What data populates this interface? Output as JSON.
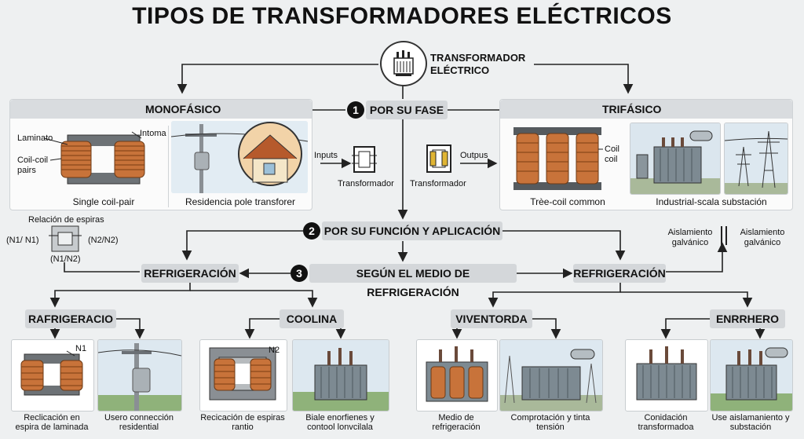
{
  "title": "TIPOS DE TRANSFORMADORES ELÉCTRICOS",
  "root": {
    "line1": "TRANSFORMADOR",
    "line2": "ELÉCTRICO"
  },
  "section1": {
    "num": "1",
    "label": "POR SU FASE"
  },
  "section2": {
    "num": "2",
    "label": "POR SU FUNCIÓN Y APLICACIÓN"
  },
  "section3": {
    "num": "3",
    "label": "SEGÚN EL MEDIO DE REFRIGERACIÓN"
  },
  "monofasico": {
    "title": "MONOFÁSICO",
    "label_laminato": "Laminato",
    "label_intoma": "Intoma",
    "label_coil_pairs": "Coil-coil pairs",
    "caption_left": "Single coil-pair",
    "caption_right": "Residencia pole transforer"
  },
  "trifasico": {
    "title": "TRIFÁSICO",
    "label_coil": "Coil coil",
    "caption_left": "Trèe-coil common",
    "caption_right": "Industrial-scala substación"
  },
  "center": {
    "inputs": "Inputs",
    "outpus": "Outpus",
    "left_caption": "Transformador",
    "right_caption": "Transformador"
  },
  "ratio": {
    "title": "Relación de espiras",
    "n1": "(N1/ N1)",
    "n2": "(N2/N2)",
    "n12": "(N1/N2)"
  },
  "aislamiento": {
    "left": "Aislamiento galvánico",
    "right": "Aislamiento galvánico"
  },
  "refrig_left": "REFRIGERACIÓN",
  "refrig_right": "REFRIGERACIÓN",
  "groups": [
    {
      "title": "RAFRIGERACIO",
      "label": "N1",
      "cap1": "Reclicación en espira de laminada",
      "cap2": "Usero connección residential"
    },
    {
      "title": "COOLINA",
      "label": "N2",
      "cap1": "Recicación de espiras rantio",
      "cap2": "Biale enorfienes y contool lonvcilala"
    },
    {
      "title": "VIVENTORDA",
      "cap1": "Medio de refrigeración",
      "cap2": "Comprotación y tinta tensión"
    },
    {
      "title": "ENRRHERO",
      "cap1": "Conidación transformadoa",
      "cap2": "Use aislamaniento y substación"
    }
  ]
}
